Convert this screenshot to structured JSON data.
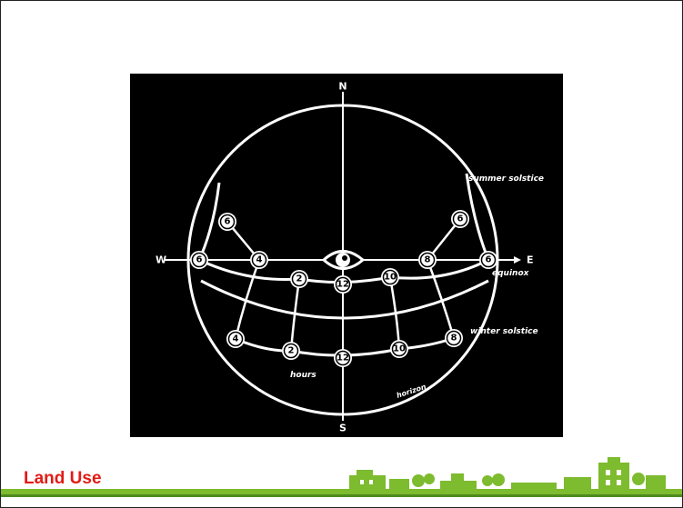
{
  "slide": {
    "footer_title": "Land Use"
  },
  "diagram": {
    "compass": {
      "north": "N",
      "south": "S",
      "east": "E",
      "west": "W"
    },
    "path_labels": {
      "summer": "summer solstice",
      "equinox": "equinox",
      "winter": "winter solstice",
      "horizon": "horizon",
      "hours": "hours"
    },
    "summer_hours": [
      "6",
      "6"
    ],
    "equinox_hours": [
      "6",
      "4",
      "2",
      "12",
      "10",
      "8",
      "6"
    ],
    "winter_hours": [
      "4",
      "2",
      "12",
      "10",
      "8"
    ]
  },
  "colors": {
    "title_red": "#e31b14",
    "band_green": "#7dbb2f",
    "figure_background": "#000000"
  }
}
